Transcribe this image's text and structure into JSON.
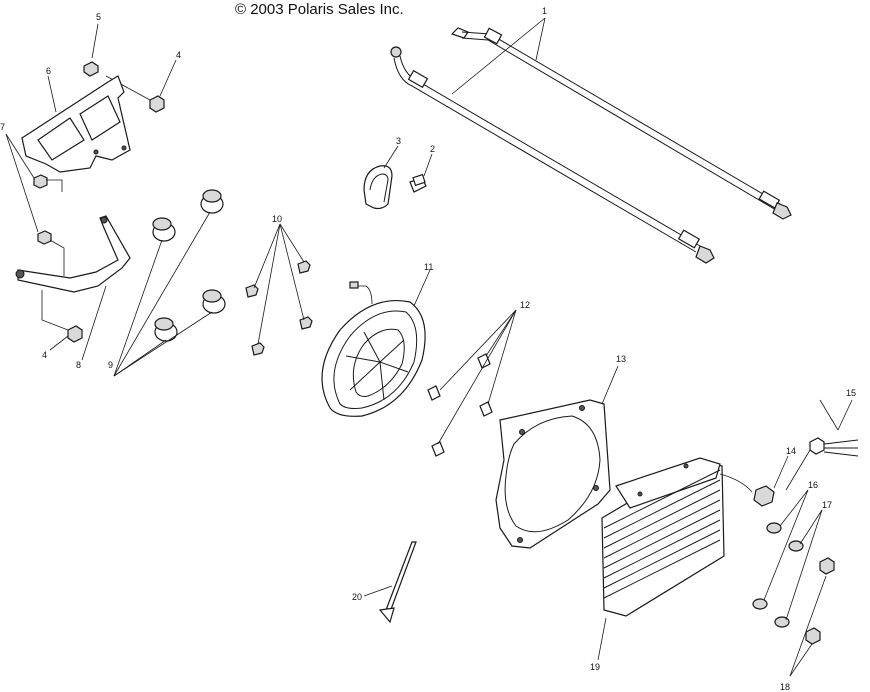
{
  "copyright": "© 2003 Polaris Sales Inc.",
  "callouts": {
    "c1": "1",
    "c2": "2",
    "c3": "3",
    "c4a": "4",
    "c4b": "4",
    "c5": "5",
    "c6": "6",
    "c7": "7",
    "c8": "8",
    "c9": "9",
    "c10": "10",
    "c11": "11",
    "c12": "12",
    "c13": "13",
    "c14": "14",
    "c15": "15",
    "c16": "16",
    "c17": "17",
    "c18": "18",
    "c19": "19",
    "c20": "20"
  }
}
